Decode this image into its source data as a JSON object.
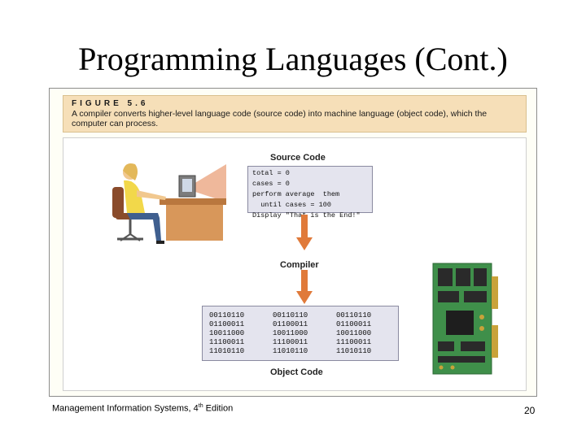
{
  "slide": {
    "title": "Programming Languages (Cont.)",
    "footer_left_text": "Management Information Systems, 4",
    "footer_left_sup": "th",
    "footer_left_tail": " Edition",
    "page_number": "20"
  },
  "figure": {
    "number": "FIGURE 5.6",
    "caption": "A compiler converts higher-level language code (source code) into machine language (object code), which the computer can process.",
    "source_label": "Source Code",
    "source_lines": [
      "total = 0",
      "cases = 0",
      "perform average  them",
      "  until cases = 100",
      "Display \"That is the End!\""
    ],
    "compiler_label": "Compiler",
    "object_label": "Object Code",
    "object_columns": [
      [
        "00110110",
        "01100011",
        "10011000",
        "11100011",
        "11010110"
      ],
      [
        "00110110",
        "01100011",
        "10011000",
        "11100011",
        "11010110"
      ],
      [
        "00110110",
        "01100011",
        "10011000",
        "11100011",
        "11010110"
      ]
    ],
    "colors": {
      "caption_bg": "#f6dfb8",
      "code_bg": "#e4e4ee",
      "arrow": "#e07a3a",
      "circuit_board": "#3f8f4a"
    },
    "icons": [
      "programmer-at-desk-illustration",
      "circuit-board-illustration"
    ]
  }
}
